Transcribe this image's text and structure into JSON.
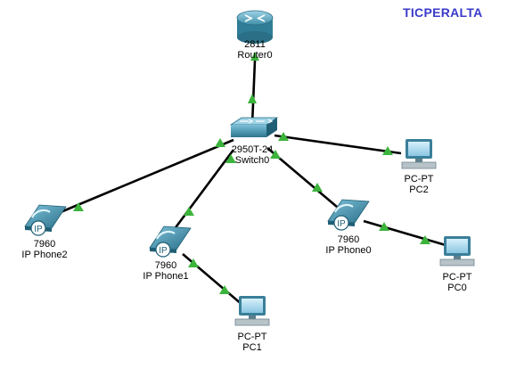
{
  "brand": {
    "text": "TICPERALTA",
    "color": "#3a3acb"
  },
  "colors": {
    "link": "#000000",
    "link_up": "#3cb43c",
    "device_dark": "#2a6f86",
    "device_mid": "#4a9bb4",
    "device_light": "#8fcbe0",
    "pc_screen": "#a9d6ef"
  },
  "devices": {
    "router0": {
      "line1": "2811",
      "line2": "Router0",
      "icon": "router-icon"
    },
    "switch0": {
      "line1": "2950T-24",
      "line2": "Switch0",
      "icon": "switch-icon"
    },
    "pc2": {
      "line1": "PC-PT",
      "line2": "PC2",
      "icon": "pc-icon"
    },
    "pc0": {
      "line1": "PC-PT",
      "line2": "PC0",
      "icon": "pc-icon"
    },
    "pc1": {
      "line1": "PC-PT",
      "line2": "PC1",
      "icon": "pc-icon"
    },
    "phone0": {
      "line1": "7960",
      "line2": "IP Phone0",
      "badge": "IP",
      "icon": "ip-phone-icon"
    },
    "phone1": {
      "line1": "7960",
      "line2": "IP Phone1",
      "badge": "IP",
      "icon": "ip-phone-icon"
    },
    "phone2": {
      "line1": "7960",
      "line2": "IP Phone2",
      "badge": "IP",
      "icon": "ip-phone-icon"
    }
  }
}
